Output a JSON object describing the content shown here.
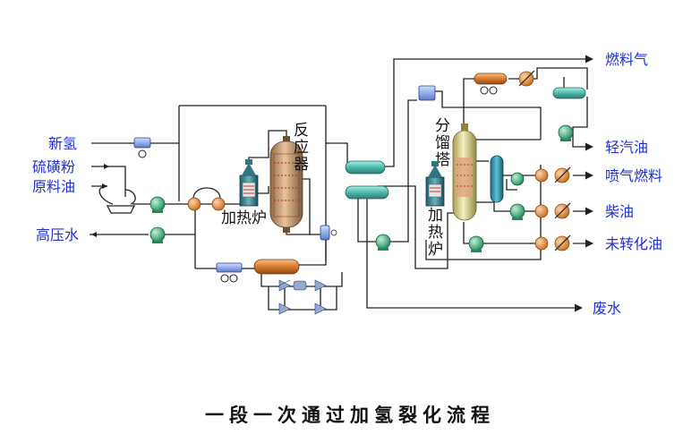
{
  "title": "一段一次通过加氢裂化流程",
  "inputs": {
    "hydrogen": "新氢",
    "sulfur": "硫磺粉",
    "feed_oil": "原料油",
    "hp_water": "高压水"
  },
  "outputs": {
    "fuel_gas": "燃料气",
    "light_gasoline": "轻汽油",
    "jet_fuel": "喷气燃料",
    "diesel": "柴油",
    "unconverted_oil": "未转化油",
    "waste_water": "废水"
  },
  "equipment": {
    "heater1": "加热炉",
    "reactor": "反应器",
    "column": "分馏塔",
    "heater2": "加热炉"
  },
  "colors": {
    "label_blue": "#1f2fd0",
    "pump_green": "#2e9e6a",
    "exchanger_orange": "#e08a3a",
    "drum_teal": "#5fc4b8",
    "reactor_body": "#c89a6a",
    "column_body": "#d8d08a",
    "furnace_teal": "#3f8f9a"
  }
}
